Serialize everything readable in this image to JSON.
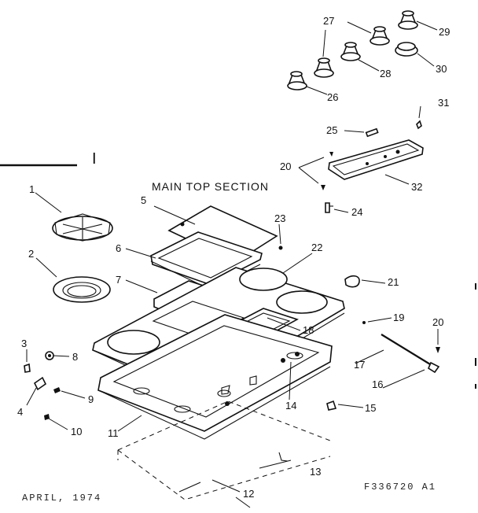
{
  "diagram": {
    "title": "MAIN TOP SECTION",
    "section_mark": "I",
    "footer_left": "APRIL, 1974",
    "footer_right": "F336720 A1",
    "labels": {
      "l1": "1",
      "l2": "2",
      "l3": "3",
      "l4": "4",
      "l5": "5",
      "l6": "6",
      "l7": "7",
      "l8": "8",
      "l9": "9",
      "l10": "10",
      "l11": "11",
      "l12": "12",
      "l13": "13",
      "l14": "14",
      "l15": "15",
      "l16": "16",
      "l17": "17",
      "l18": "18",
      "l19": "19",
      "l20a": "20",
      "l20b": "20",
      "l21": "21",
      "l22": "22",
      "l23": "23",
      "l24": "24",
      "l25": "25",
      "l26": "26",
      "l27": "27",
      "l28": "28",
      "l29": "29",
      "l30": "30",
      "l31": "31",
      "l32": "32"
    }
  }
}
